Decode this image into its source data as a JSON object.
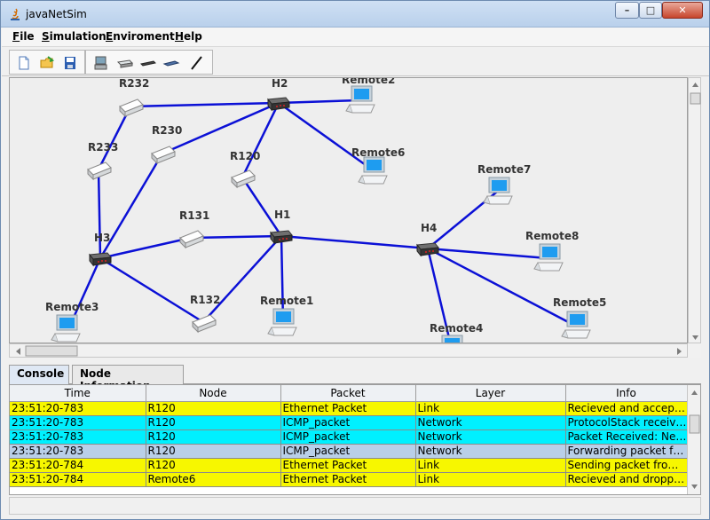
{
  "window": {
    "title": "javaNetSim"
  },
  "window_controls": {
    "minimize": "–",
    "maximize": "□",
    "close": "✕"
  },
  "menu": [
    "File",
    "Simulation",
    "Enviroment",
    "Help"
  ],
  "toolbar": [
    "new-file-icon",
    "open-folder-icon",
    "save-icon",
    "pc-icon",
    "router-icon",
    "hub-icon",
    "switch-icon",
    "link-icon"
  ],
  "network": {
    "nodes": {
      "R232": "R232",
      "H2": "H2",
      "Remote2": "Remote2",
      "R233": "R233",
      "R230": "R230",
      "R120": "R120",
      "Remote6": "Remote6",
      "Remote7": "Remote7",
      "H1": "H1",
      "R131": "R131",
      "H3": "H3",
      "H4": "H4",
      "Remote8": "Remote8",
      "R132": "R132",
      "Remote1": "Remote1",
      "Remote5": "Remote5",
      "Remote3": "Remote3",
      "Remote4": "Remote4"
    }
  },
  "tabs": [
    "Console",
    "Node Information"
  ],
  "console": {
    "headers": [
      "Time",
      "Node",
      "Packet",
      "Layer",
      "Info"
    ],
    "rows": [
      [
        "23:51:20-783",
        "R120",
        "Ethernet Packet",
        "Link",
        "Recieved and accepte..."
      ],
      [
        "23:51:20-783",
        "R120",
        "ICMP_packet",
        "Network",
        "ProtocolStack receive..."
      ],
      [
        "23:51:20-783",
        "R120",
        "ICMP_packet",
        "Network",
        "Packet Received: Net..."
      ],
      [
        "23:51:20-783",
        "R120",
        "ICMP_packet",
        "Network",
        "Forwarding packet fro..."
      ],
      [
        "23:51:20-784",
        "R120",
        "Ethernet Packet",
        "Link",
        "Sending packet from i..."
      ],
      [
        "23:51:20-784",
        "Remote6",
        "Ethernet Packet",
        "Link",
        "Recieved and droppe..."
      ]
    ]
  },
  "colors": {
    "link": "#0b10d6",
    "yellow_row": "#f7f700",
    "cyan_row": "#00f0ff",
    "selected_row": "#b9cfe8"
  }
}
